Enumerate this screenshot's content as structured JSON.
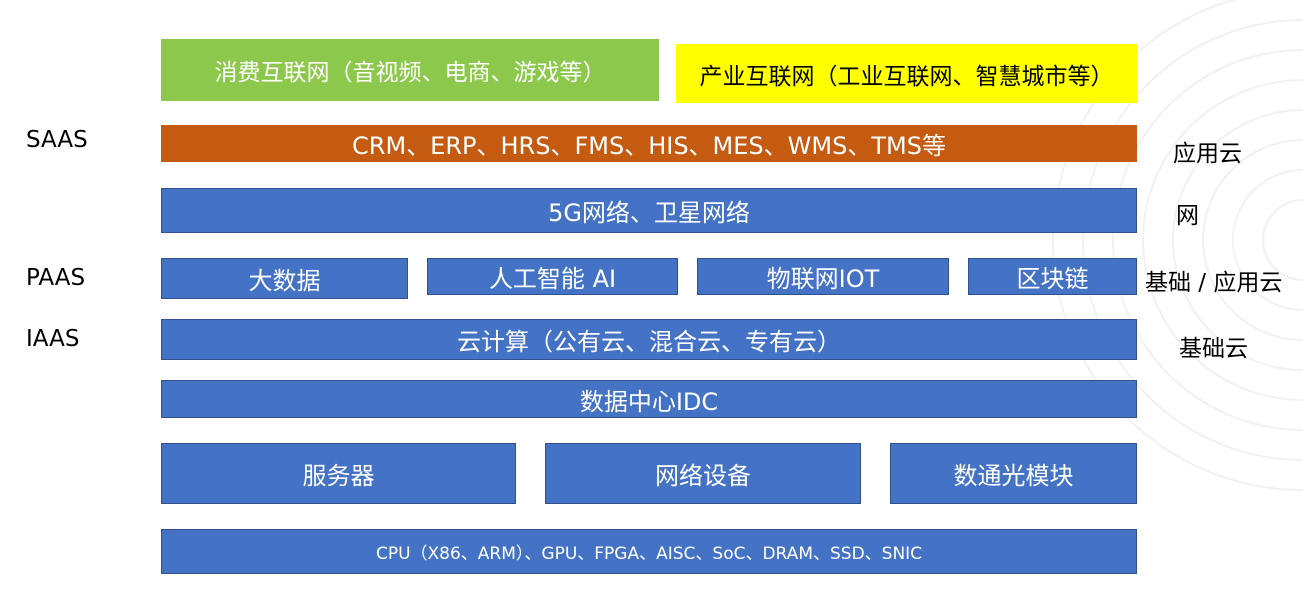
{
  "top": {
    "consumer": "消费互联网（音视频、电商、游戏等）",
    "industrial": "产业互联网（工业互联网、智慧城市等）"
  },
  "layers": {
    "saas_apps": "CRM、ERP、HRS、FMS、HIS、MES、WMS、TMS等",
    "network": "5G网络、卫星网络",
    "paas": [
      "大数据",
      "人工智能 AI",
      "物联网IOT",
      "区块链"
    ],
    "cloud": "云计算（公有云、混合云、专有云）",
    "idc": "数据中心IDC",
    "hardware": [
      "服务器",
      "网络设备",
      "数通光模块"
    ],
    "chips": "CPU（X86、ARM）、GPU、FPGA、AISC、SoC、DRAM、SSD、SNIC"
  },
  "left_labels": {
    "saas": "SAAS",
    "paas": "PAAS",
    "iaas": "IAAS"
  },
  "right_labels": {
    "app_cloud": "应用云",
    "net": "网",
    "base_app_cloud": "基础 / 应用云",
    "base_cloud": "基础云"
  },
  "colors": {
    "blue": "#4472c4",
    "green": "#8cc84b",
    "yellow": "#ffff00",
    "orange": "#c55a11"
  }
}
